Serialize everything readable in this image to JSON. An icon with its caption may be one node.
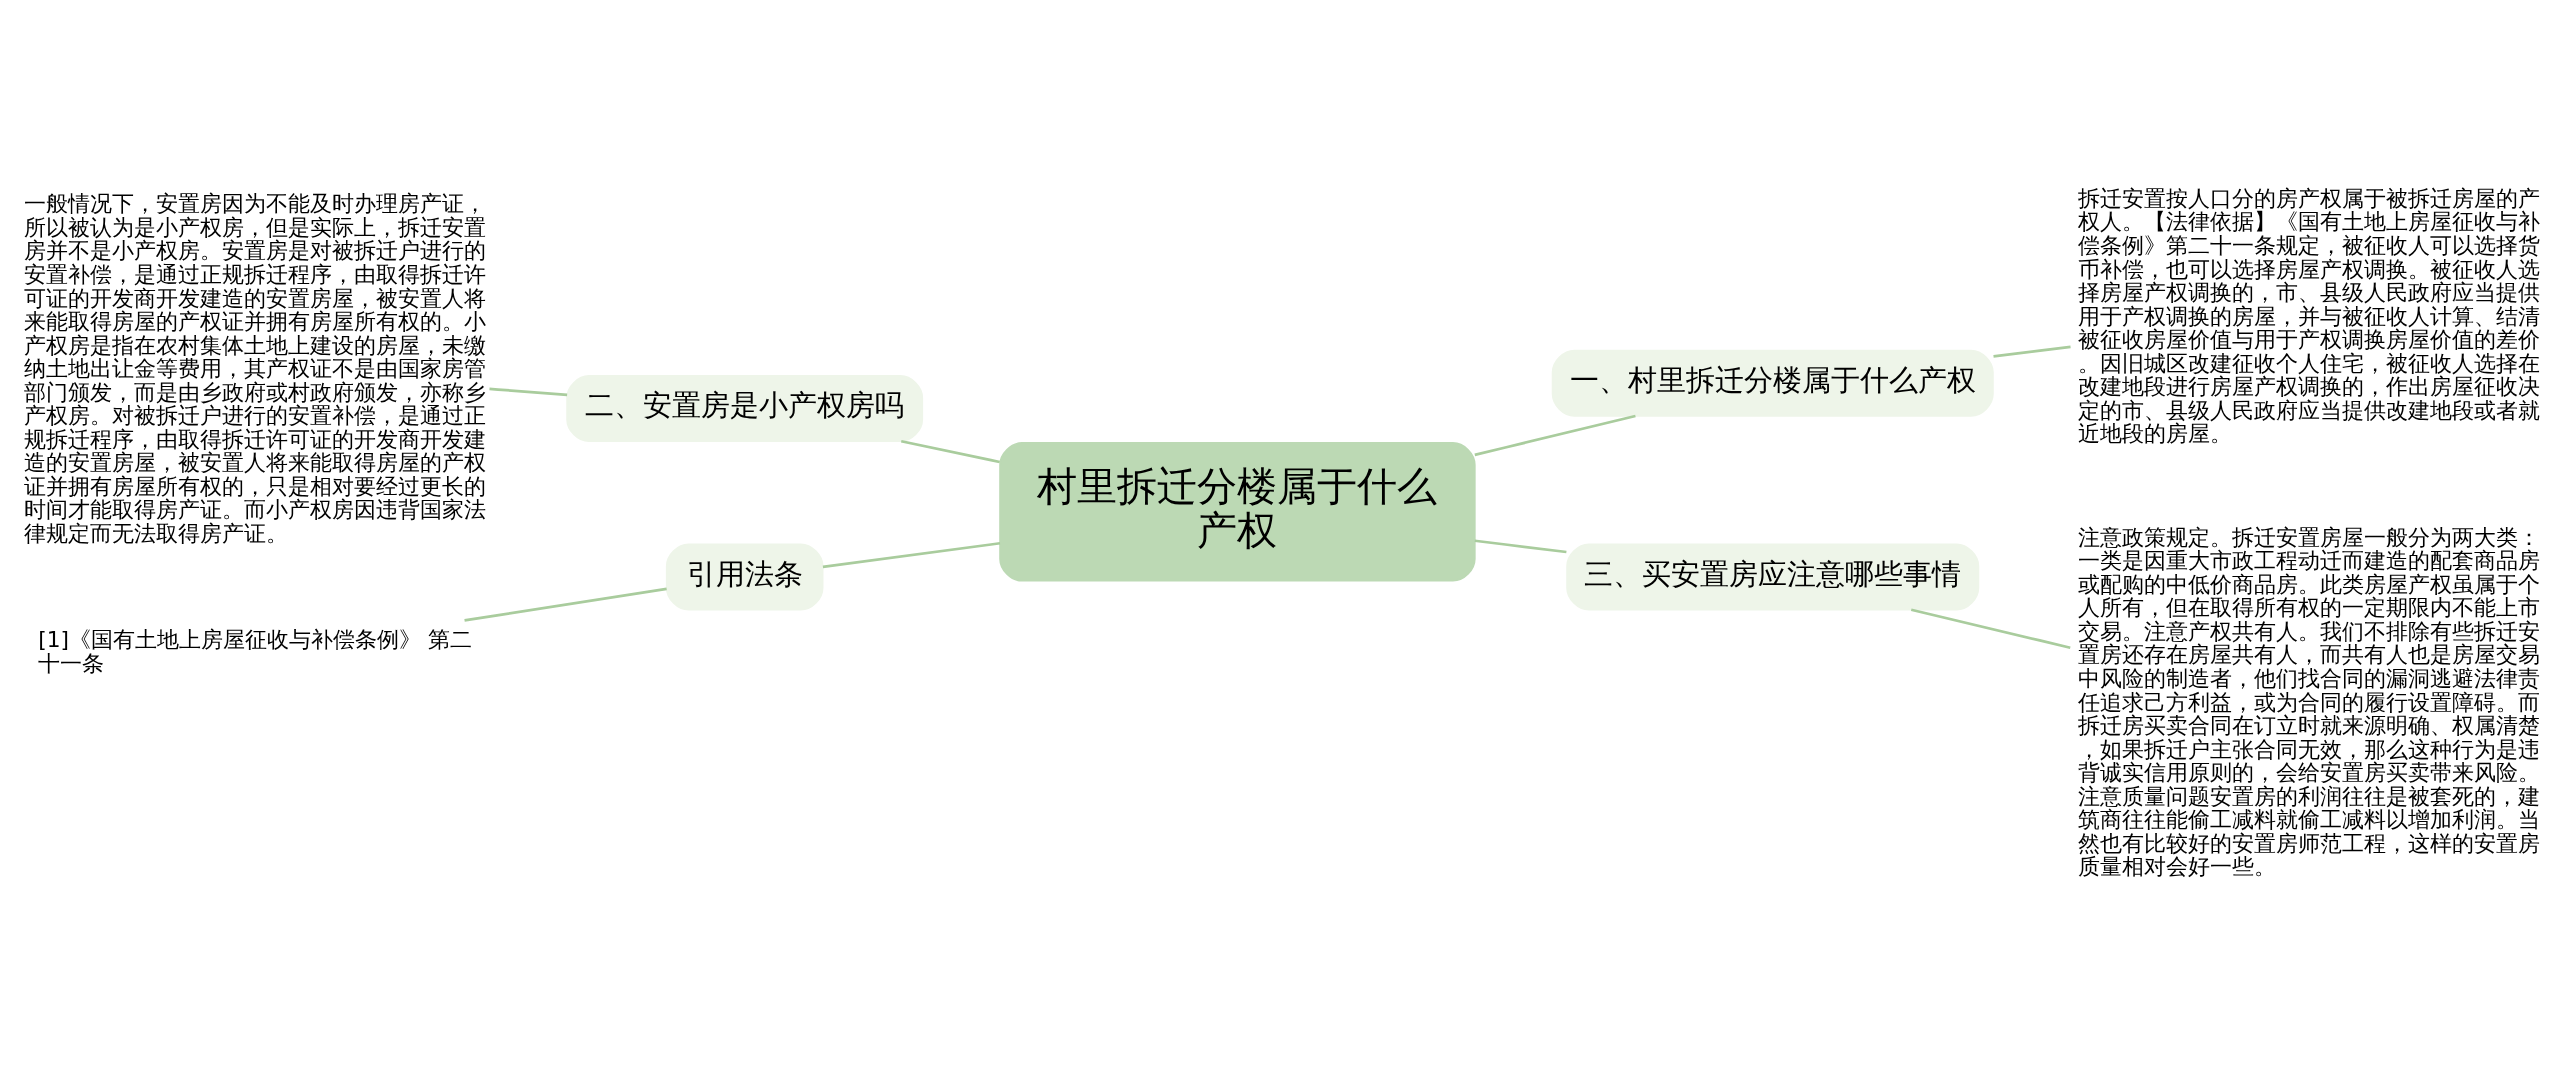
{
  "diagram": {
    "nodes": [
      {
        "text": [
          "村里拆迁分楼属于什么产权"
        ]
      },
      {
        "text": [
          "二、安置房是小产权房吗"
        ]
      },
      {
        "text": [
          "一般情况下，安置房因为不能及时办理房产证，所以被认为是小产权房，但是实际上，拆迁安置房并不是小产权房。安置房是对被拆迁户进行的安置补偿，是通过正规拆迁程序，由取得拆迁许可证的开发商开发建造的安置房屋，被安置人将来能取得房屋的产权证并拥有房屋所有权的。小产权房是指在农村集体土地上建设的房屋，未缴纳土地出让金等费用，其产权证不是由国家房管部门颁发，而是由乡政府或村政府颁发，亦称乡产权房。对被拆迁户进行的安置补偿，是通过正规拆迁程序，由取得拆迁许可证的开发商开发建造的安置房屋，被安置人将来能取得房屋的产权证并拥有房屋所有权的，只是相对要经过更长的时间才能取得房产证。而小产权房因违背国家法律规定而无法取得房产证。"
        ]
      },
      {
        "text": [
          "引用法条"
        ]
      },
      {
        "text": [
          "[1]《国有土地上房屋征收与补偿条例》 第二十一条"
        ]
      },
      {
        "text": [
          "一、村里拆迁分楼属于什么产权"
        ]
      },
      {
        "text": [
          "拆迁安置按人口分的房产权属于被拆迁房屋的产权人。【法律依据】《国有土地上房屋征收与补偿条例》第二十一条规定，被征收人可以选择货币补偿，也可以选择房屋产权调换。被征收人选择房屋产权调换的，市、县级人民政府应当提供用于产权调换的房屋，并与被征收人计算、结清被征收房屋价值与用于产权调换房屋价值的差价。因旧城区改建征收个人住宅，被征收人选择在改建地段进行房屋产权调换的，作出房屋征收决定的市、县级人民政府应当提供改建地段或者就近地段的房屋。"
        ]
      },
      {
        "text": [
          "三、买安置房应注意哪些事情"
        ]
      },
      {
        "text": [
          "注意政策规定。拆迁安置房屋一般分为两大类：一类是因重大市政工程动迁而建造的配套商品房或配购的中低价商品房。此类房屋产权虽属于个人所有，但在取得所有权的一定期限内不能上市交易。注意产权共有人。我们不排除有些拆迁安置房还存在房屋共有人，而共有人也是房屋交易中风险的制造者，他们找合同的漏洞逃避法律责任追求己方利益，或为合同的履行设置障碍。而拆迁房买卖合同在订立时就来源明确、权属清楚，如果拆迁户主张合同无效，那么这种行为是违背诚实信用原则的，会给安置房买卖带来风险。注意质量问题安置房的利润往往是被套死的，建筑商往往能偷工减料就偷工减料以增加利润。当然也有比较好的安置房师范工程，这样的安置房质量相对会好一些。"
        ]
      }
    ],
    "edges": [
      {
        "from": 2,
        "to": 1,
        "arrow": "none"
      },
      {
        "from": 1,
        "to": 0,
        "arrow": "none"
      },
      {
        "from": 4,
        "to": 3,
        "arrow": "none"
      },
      {
        "from": 3,
        "to": 0,
        "arrow": "none"
      },
      {
        "from": 0,
        "to": 5,
        "arrow": "none"
      },
      {
        "from": 5,
        "to": 6,
        "arrow": "none"
      },
      {
        "from": 0,
        "to": 7,
        "arrow": "none"
      },
      {
        "from": 7,
        "to": 8,
        "arrow": "none"
      }
    ]
  }
}
